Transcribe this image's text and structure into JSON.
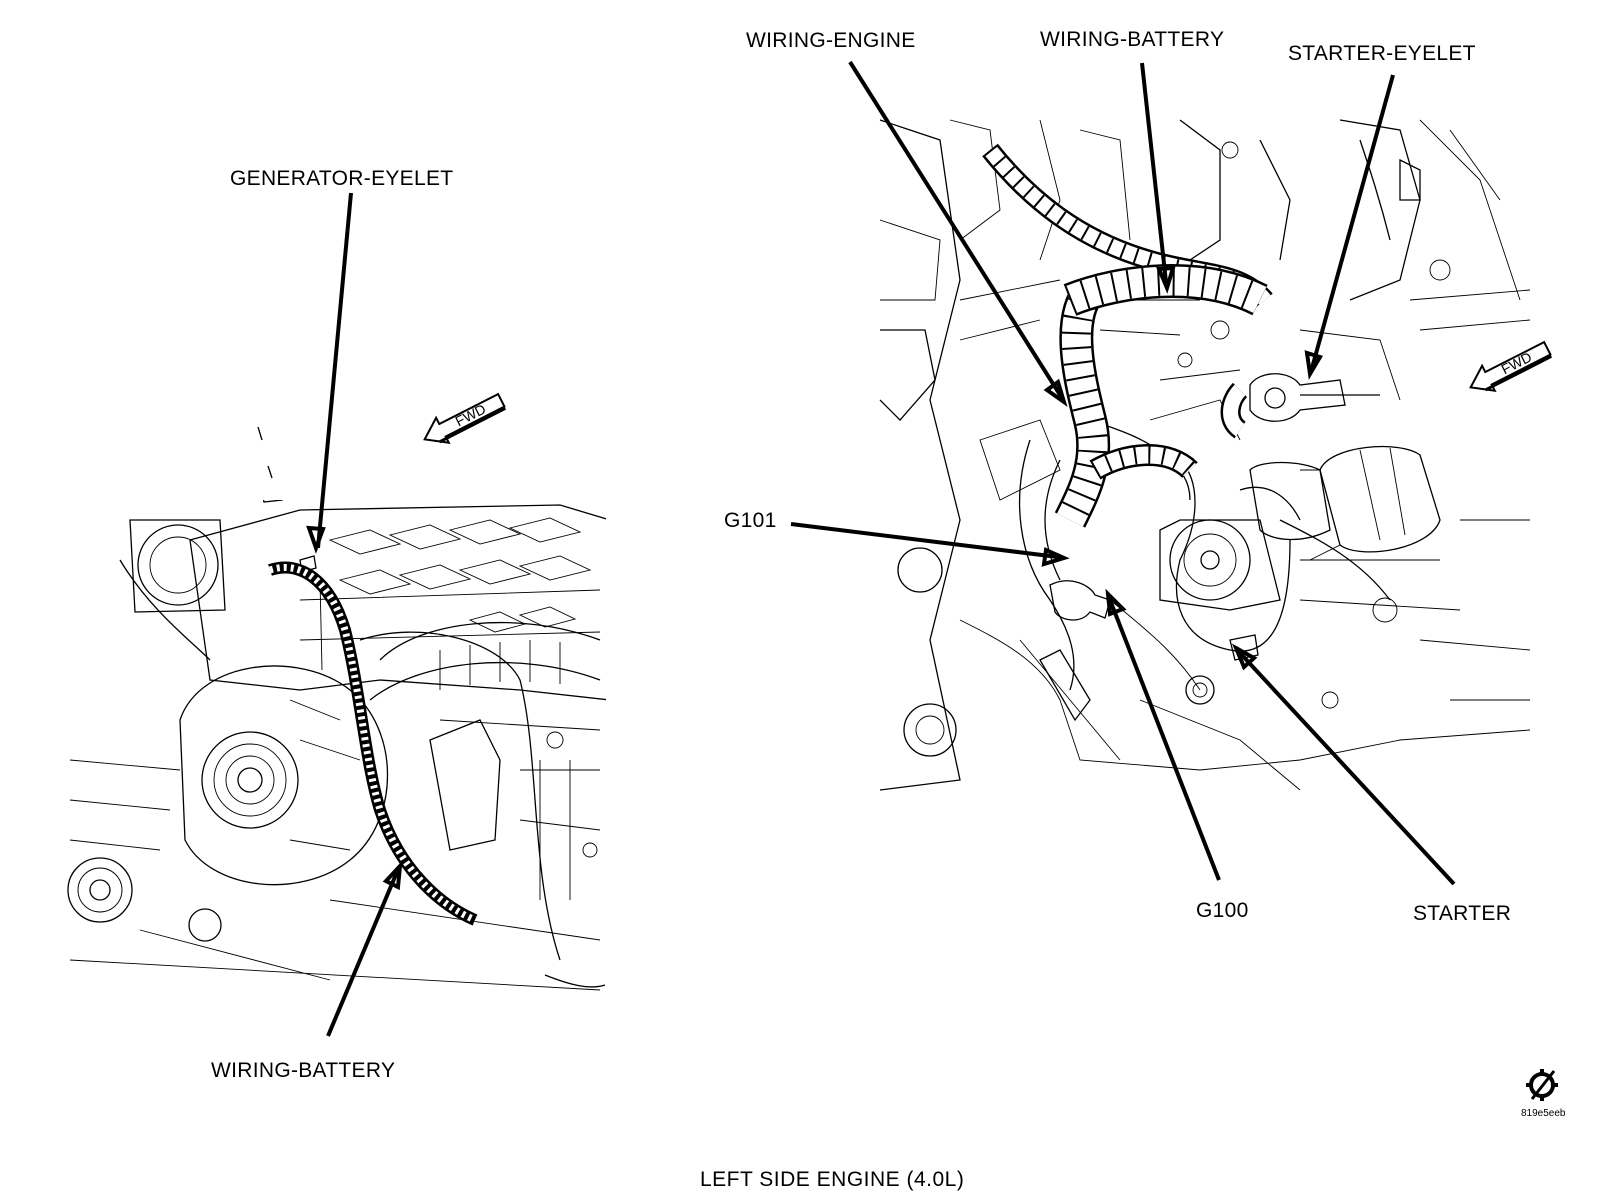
{
  "labels": {
    "generator_eyelet": "GENERATOR-EYELET",
    "wiring_battery_left": "WIRING-BATTERY",
    "wiring_engine": "WIRING-ENGINE",
    "wiring_battery_right": "WIRING-BATTERY",
    "starter_eyelet": "STARTER-EYELET",
    "g101": "G101",
    "g100": "G100",
    "starter": "STARTER"
  },
  "fwd_left": "FWD",
  "fwd_right": "FWD",
  "caption": "LEFT SIDE ENGINE (4.0L)",
  "image_code": "819e5eeb",
  "icons": {
    "fwd_arrow": "arrow-left-icon",
    "logo": "gear-slash-icon"
  }
}
